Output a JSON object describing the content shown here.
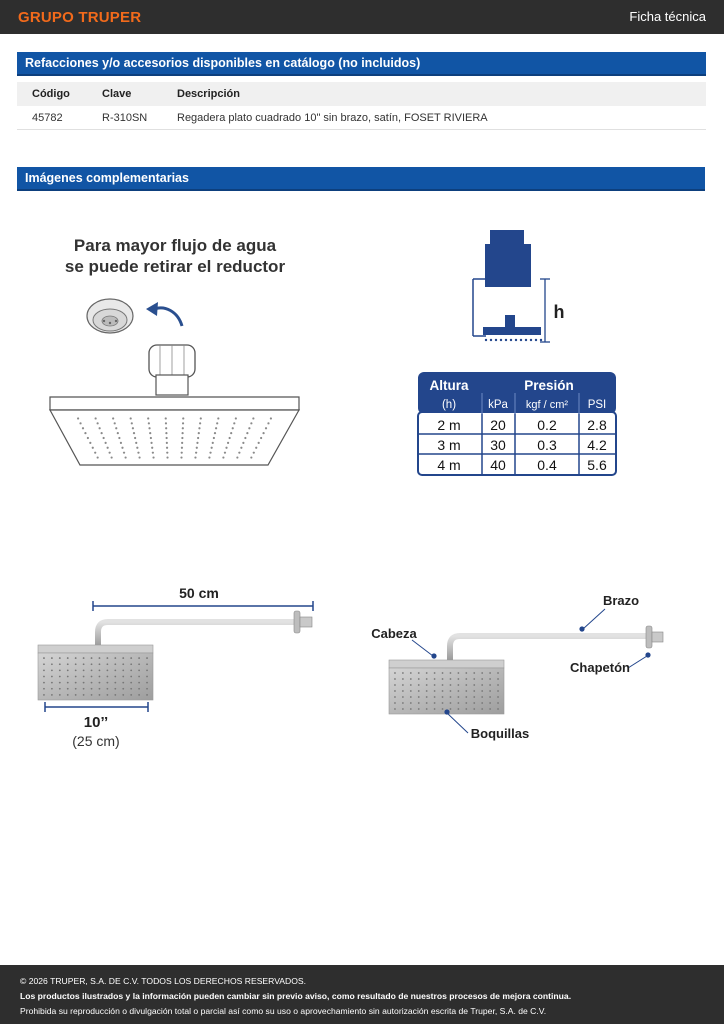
{
  "header": {
    "brand": "GRUPO TRUPER",
    "doc_type": "Ficha técnica"
  },
  "accessories": {
    "title": "Refacciones y/o accesorios disponibles en catálogo (no incluidos)",
    "columns": [
      "Código",
      "Clave",
      "Descripción"
    ],
    "rows": [
      [
        "45782",
        "R-310SN",
        "Regadera plato cuadrado 10\" sin brazo, satín, FOSET RIVIERA"
      ]
    ]
  },
  "images": {
    "title": "Imágenes complementarias",
    "reducer_caption_line1": "Para mayor flujo de agua",
    "reducer_caption_line2": "se puede retirar el reductor",
    "height_symbol": "h",
    "pressure_table": {
      "col_altura": "Altura",
      "col_altura_unit": "(h)",
      "col_presion": "Presión",
      "unit_kpa": "kPa",
      "unit_kgf": "kgf / cm²",
      "unit_psi": "PSI",
      "rows": [
        [
          "2 m",
          "20",
          "0.2",
          "2.8"
        ],
        [
          "3 m",
          "30",
          "0.3",
          "4.2"
        ],
        [
          "4 m",
          "40",
          "0.4",
          "5.6"
        ]
      ]
    },
    "dim_arm": "50 cm",
    "dim_head": "10’’",
    "dim_head_cm": "(25 cm)",
    "label_brazo": "Brazo",
    "label_cabeza": "Cabeza",
    "label_chapeton": "Chapetón",
    "label_boquillas": "Boquillas"
  },
  "colors": {
    "brand_orange": "#f26a1b",
    "section_blue": "#1155a5",
    "diagram_navy": "#23468c",
    "dark_bar": "#2e2e2e"
  },
  "footer": {
    "line1": "© 2026 TRUPER, S.A. DE C.V. TODOS LOS DERECHOS RESERVADOS.",
    "line2": "Los productos ilustrados y la información pueden cambiar sin previo aviso, como resultado de nuestros procesos de mejora continua.",
    "line3": "Prohibida su reproducción o divulgación total o parcial así como su uso o aprovechamiento sin autorización escrita de Truper, S.A. de C.V."
  }
}
